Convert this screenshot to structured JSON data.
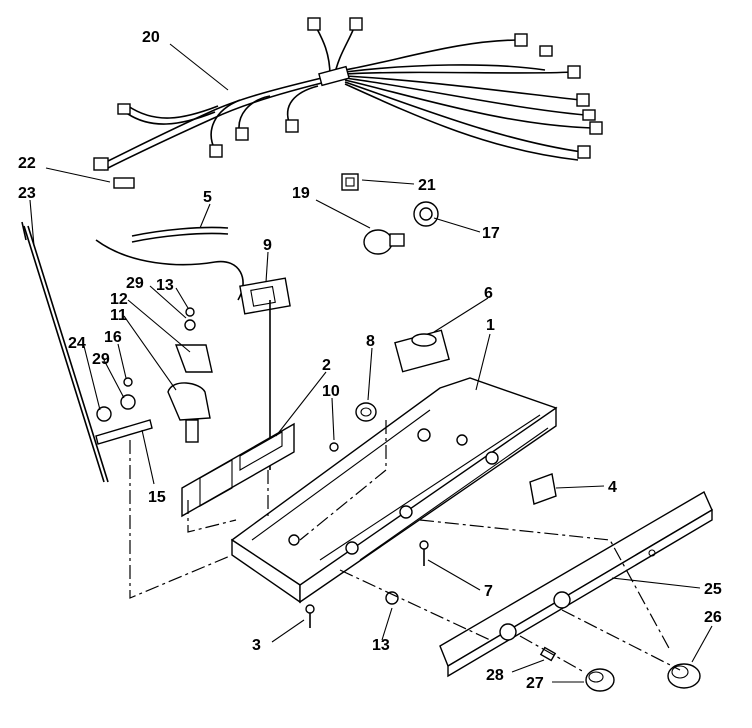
{
  "diagram": {
    "callouts": [
      {
        "id": "c20",
        "text": "20"
      },
      {
        "id": "c22",
        "text": "22"
      },
      {
        "id": "c23",
        "text": "23"
      },
      {
        "id": "c21",
        "text": "21"
      },
      {
        "id": "c19",
        "text": "19"
      },
      {
        "id": "c17",
        "text": "17"
      },
      {
        "id": "c5",
        "text": "5"
      },
      {
        "id": "c9",
        "text": "9"
      },
      {
        "id": "c29a",
        "text": "29"
      },
      {
        "id": "c13a",
        "text": "13"
      },
      {
        "id": "c12",
        "text": "12"
      },
      {
        "id": "c11",
        "text": "11"
      },
      {
        "id": "c16",
        "text": "16"
      },
      {
        "id": "c24",
        "text": "24"
      },
      {
        "id": "c29b",
        "text": "29"
      },
      {
        "id": "c6",
        "text": "6"
      },
      {
        "id": "c1",
        "text": "1"
      },
      {
        "id": "c8",
        "text": "8"
      },
      {
        "id": "c2",
        "text": "2"
      },
      {
        "id": "c10",
        "text": "10"
      },
      {
        "id": "c15",
        "text": "15"
      },
      {
        "id": "c4",
        "text": "4"
      },
      {
        "id": "c7",
        "text": "7"
      },
      {
        "id": "c25",
        "text": "25"
      },
      {
        "id": "c26",
        "text": "26"
      },
      {
        "id": "c3",
        "text": "3"
      },
      {
        "id": "c13b",
        "text": "13"
      },
      {
        "id": "c28",
        "text": "28"
      },
      {
        "id": "c27",
        "text": "27"
      }
    ]
  }
}
